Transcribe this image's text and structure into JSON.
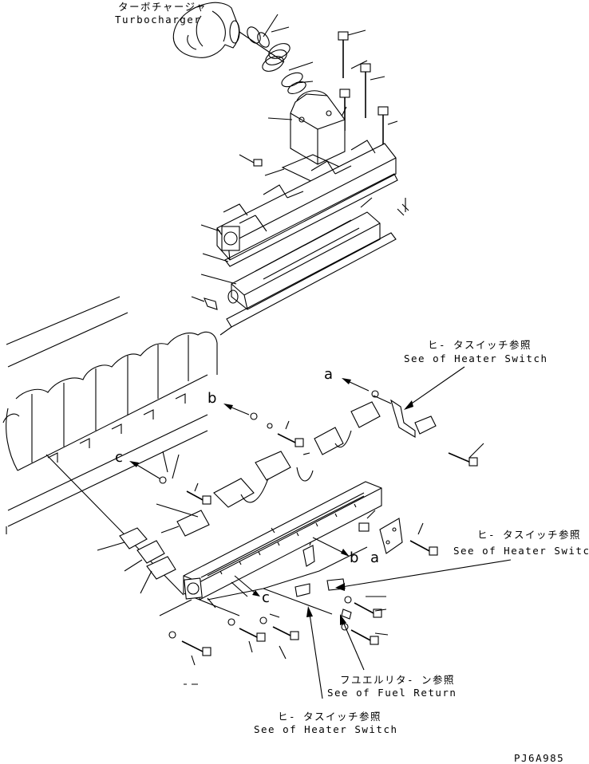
{
  "labels": {
    "turbo_jp": "ターボチャージャ",
    "turbo_en": "Turbocharger",
    "heater1_jp": "ヒ- タスイッチ参照",
    "heater1_en": "See of Heater Switch",
    "heater2_jp": "ヒ- タスイッチ参照",
    "heater2_en": "See of Heater Switch",
    "heater3_jp": "ヒ- タスイッチ参照",
    "heater3_en": "See of Heater Switch",
    "fuel_jp": "フユエルリタ- ン参照",
    "fuel_en": "See of Fuel Return",
    "code": "PJ6A985"
  },
  "callouts": {
    "a_top": "a",
    "b_left": "b",
    "c_left": "c",
    "b_mid": "b",
    "a_mid": "a",
    "c_mid": "c"
  }
}
